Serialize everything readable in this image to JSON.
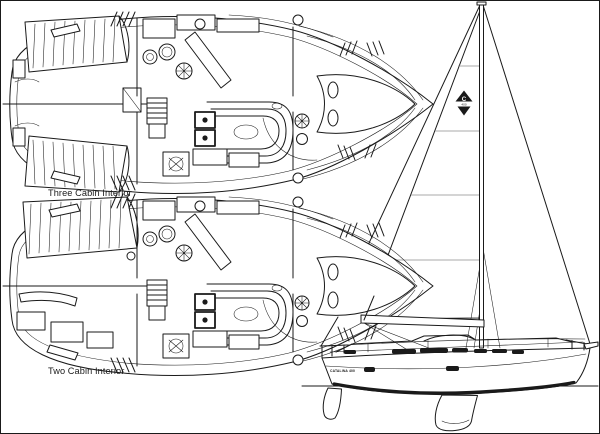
{
  "figure": {
    "description": "Sailboat line drawing: two interior floor plans and sail plan profile",
    "colors": {
      "ink": "#1a1a1a",
      "paper": "#ffffff"
    }
  },
  "plans": [
    {
      "label": "Three Cabin Interior"
    },
    {
      "label": "Two Cabin Interior"
    }
  ],
  "sail": {
    "logo_letter": "C",
    "logo_model": "400",
    "hull_name": "CATALINA 400"
  }
}
